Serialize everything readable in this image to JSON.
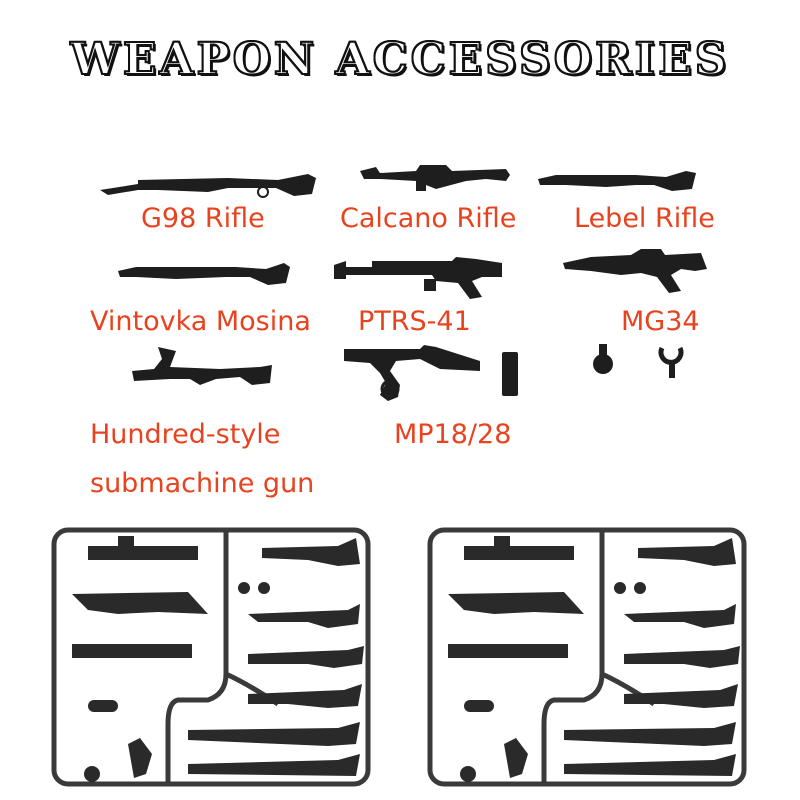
{
  "title": "WEAPON ACCESSORIES",
  "colors": {
    "label": "#e8431f",
    "weapon": "#1e1e1e",
    "sprue": "#3a3a3a"
  },
  "weapons": [
    {
      "label": "G98 Rifle",
      "icon": "rifle-bayonet-icon"
    },
    {
      "label": "Calcano Rifle",
      "icon": "carbine-icon"
    },
    {
      "label": "Lebel Rifle",
      "icon": "long-rifle-icon"
    },
    {
      "label": "Vintovka Mosina",
      "icon": "rifle-icon"
    },
    {
      "label": "PTRS-41",
      "icon": "anti-tank-rifle-icon"
    },
    {
      "label": "MG34",
      "icon": "machine-gun-icon"
    },
    {
      "label": "Hundred-style",
      "label2": "submachine gun",
      "icon": "smg-icon"
    },
    {
      "label": "MP18/28",
      "icon": "smg-drum-icon"
    }
  ],
  "extras": [
    "magazine-icon",
    "ball-joint-icon",
    "hand-grip-icon"
  ],
  "sprues": [
    "left-sprue",
    "right-sprue"
  ]
}
